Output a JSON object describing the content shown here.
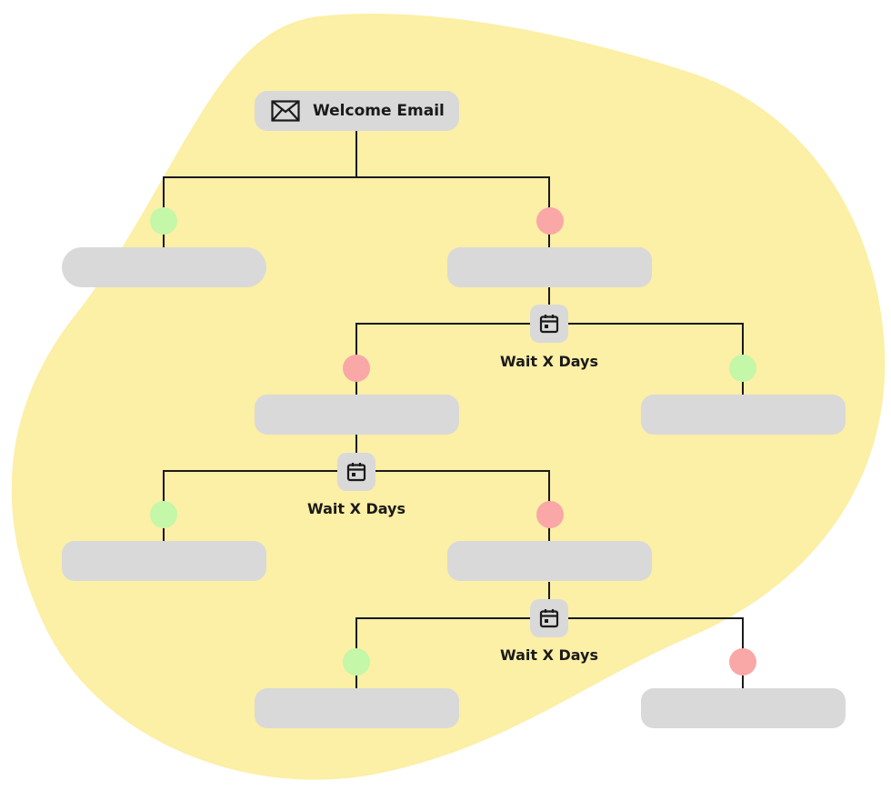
{
  "colors": {
    "background_blob": "#fcefa6",
    "node_fill": "#d9d9d9",
    "connector": "#1a1a1a",
    "positive_dot": "#c4f7a8",
    "negative_dot": "#f9a7a7"
  },
  "root": {
    "label": "Welcome Email",
    "icon": "envelope-icon"
  },
  "waits": [
    {
      "label": "Wait X Days",
      "icon": "calendar-icon"
    },
    {
      "label": "Wait X Days",
      "icon": "calendar-icon"
    },
    {
      "label": "Wait X Days",
      "icon": "calendar-icon"
    }
  ],
  "outcomes": [
    {
      "id": "b1-left",
      "status": "positive"
    },
    {
      "id": "b1-right",
      "status": "negative"
    },
    {
      "id": "b2-left",
      "status": "negative"
    },
    {
      "id": "b2-right",
      "status": "positive"
    },
    {
      "id": "b3-left",
      "status": "positive"
    },
    {
      "id": "b3-right",
      "status": "negative"
    },
    {
      "id": "b4-left",
      "status": "positive"
    },
    {
      "id": "b4-right",
      "status": "negative"
    }
  ]
}
